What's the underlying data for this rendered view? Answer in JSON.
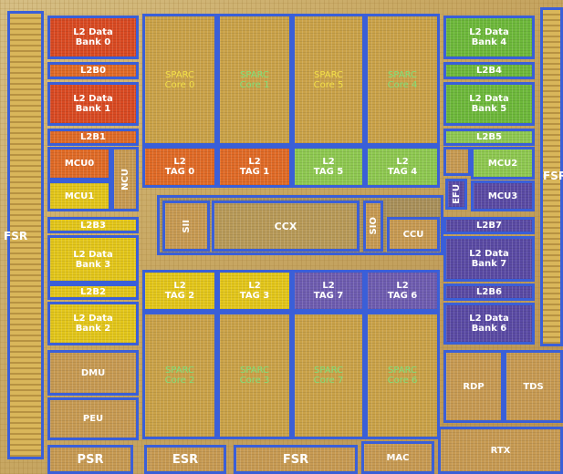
{
  "blocks": {
    "l2_bank0": "L2 Data\nBank 0",
    "l2b0": "L2B0",
    "l2_bank1": "L2 Data\nBank 1",
    "l2b1": "L2B1",
    "mcu0": "MCU0",
    "mcu1": "MCU1",
    "ncu": "NCU",
    "l2b3": "L2B3",
    "l2_bank3": "L2 Data\nBank 3",
    "l2b2": "L2B2",
    "l2_bank2": "L2 Data\nBank 2",
    "dmu": "DMU",
    "peu": "PEU",
    "psr": "PSR",
    "esr": "ESR",
    "fsr_bottom": "FSR",
    "mac": "MAC",
    "fsr_left": "FSR",
    "fsr_right": "FSR",
    "core0": "SPARC\nCore 0",
    "core1": "SPARC\nCore 1",
    "core5": "SPARC\nCore 5",
    "core4": "SPARC\nCore 4",
    "core2": "SPARC\nCore 2",
    "core3": "SPARC\nCore 3",
    "core7": "SPARC\nCore 7",
    "core6": "SPARC\nCore 6",
    "tag0": "L2\nTAG 0",
    "tag1": "L2\nTAG 1",
    "tag5": "L2\nTAG 5",
    "tag4": "L2\nTAG 4",
    "tag2": "L2\nTAG 2",
    "tag3": "L2\nTAG 3",
    "tag7": "L2\nTAG 7",
    "tag6": "L2\nTAG 6",
    "sii": "SII",
    "ccx": "CCX",
    "sio": "SIO",
    "ccu": "CCU",
    "l2_bank4": "L2 Data\nBank 4",
    "l2b4": "L2B4",
    "l2_bank5": "L2 Data\nBank 5",
    "l2b5": "L2B5",
    "mcu2": "MCU2",
    "mcu3": "MCU3",
    "efu": "EFU",
    "l2b7": "L2B7",
    "l2_bank7": "L2 Data\nBank 7",
    "l2b6": "L2B6",
    "l2_bank6": "L2 Data\nBank 6",
    "rdp": "RDP",
    "tds": "TDS",
    "rtx": "RTX"
  }
}
